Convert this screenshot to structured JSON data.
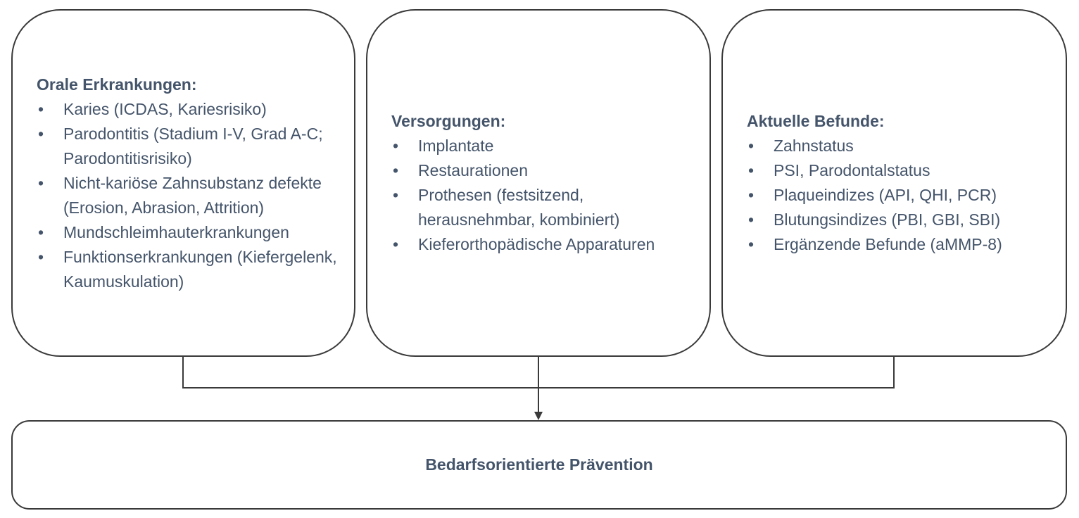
{
  "boxes": [
    {
      "heading": "Orale Erkrankungen:",
      "items": [
        "Karies (ICDAS, Kariesrisiko)",
        "Parodontitis (Stadium I-V, Grad A-C; Parodontitisrisiko)",
        "Nicht-kariöse Zahnsubstanz defekte (Erosion, Abrasion, Attrition)",
        "Mundschleimhauterkrankungen",
        "Funktionserkrankungen (Kiefergelenk, Kaumuskulation)"
      ]
    },
    {
      "heading": "Versorgungen:",
      "items": [
        "Implantate",
        "Restaurationen",
        "Prothesen (festsitzend, herausnehmbar, kombiniert)",
        "Kieferorthopädische Apparaturen"
      ]
    },
    {
      "heading": "Aktuelle Befunde:",
      "items": [
        "Zahnstatus",
        "PSI, Parodontalstatus",
        "Plaqueindizes (API, QHI, PCR)",
        "Blutungsindizes (PBI, GBI, SBI)",
        "Ergänzende Befunde (aMMP-8)"
      ]
    }
  ],
  "target": "Bedarfsorientierte Prävention",
  "colors": {
    "text": "#44546a",
    "border": "#3a3a3a"
  }
}
